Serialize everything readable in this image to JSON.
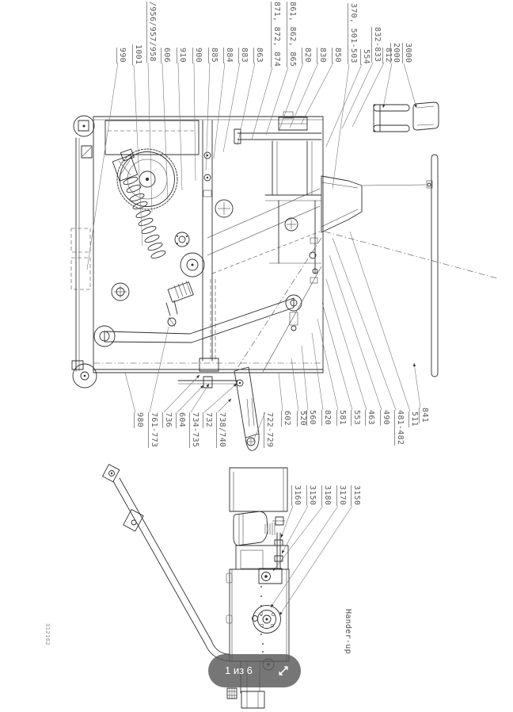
{
  "page": {
    "doc_number": "312162",
    "note": "Hander-up"
  },
  "viewer": {
    "page_indicator": "1 из 6",
    "expand_icon": "expand-arrows",
    "pill_bg": "#585858",
    "pill_text_color": "#ffffff"
  },
  "style_colors": {
    "drawing_line": "#2e2e2e",
    "callout_text": "#5a5a5a"
  },
  "diagram": {
    "top_labels": [
      "990",
      "1001",
      "/956/957/958",
      "606",
      "910",
      "900",
      "885",
      "884",
      "883",
      "863",
      "871, 872, 874",
      "861, 862, 865",
      "820",
      "830",
      "850",
      "370, 501-503",
      "554",
      "832-833",
      "812",
      "2000",
      "3000"
    ],
    "bottom_labels": [
      "980",
      "761-773",
      "736",
      "604",
      "734-735",
      "732",
      "738/740",
      "722-729",
      "602",
      "520",
      "560",
      "820",
      "581",
      "553",
      "463",
      "490",
      "481-482",
      "511",
      "841"
    ],
    "lower_labels": [
      "3160",
      "3150",
      "3180",
      "3170",
      "3150"
    ]
  }
}
